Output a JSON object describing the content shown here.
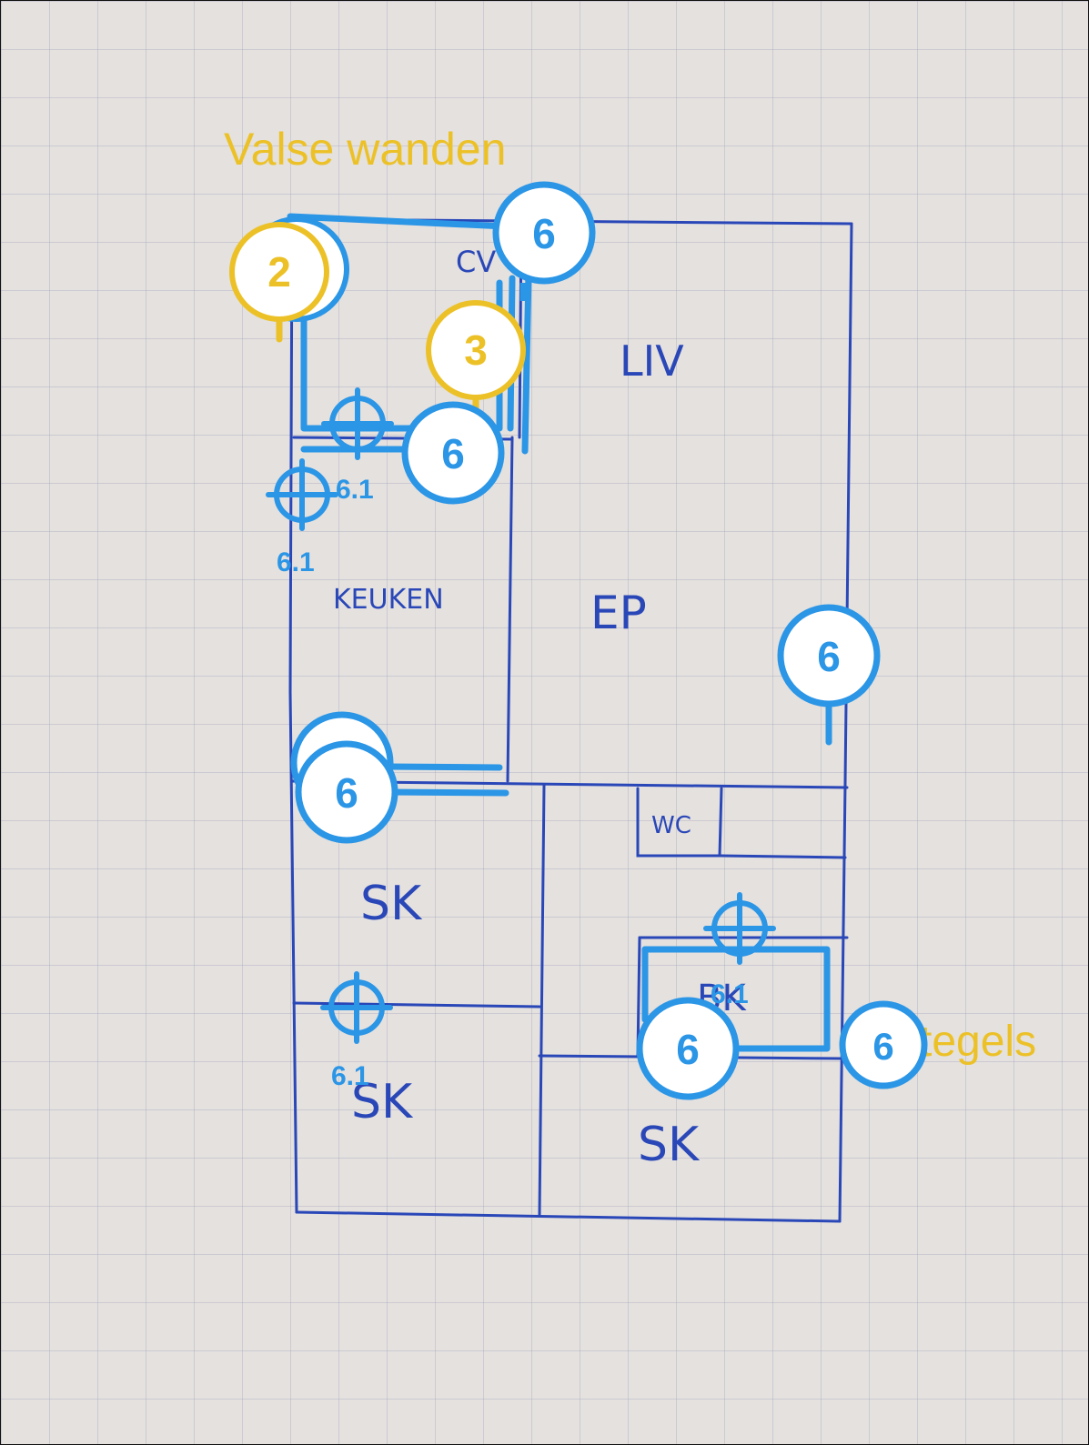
{
  "colors": {
    "paper": "#e4e1de",
    "ink": "#2a47b8",
    "markup_blue": "#2b95e6",
    "markup_yellow": "#ecc127",
    "pin_fill": "#ffffff"
  },
  "annotations": {
    "valse_wanden": "Valse wanden",
    "tegels": "tegels"
  },
  "rooms": {
    "cv": "CV",
    "liv": "LIV",
    "keuken": "KEUKEN",
    "ep": "EP",
    "wc": "WC",
    "sk_1": "SK",
    "sk_2": "SK",
    "sk_3": "SK",
    "bath": "BK"
  },
  "pins": {
    "p2": "2",
    "p3": "3",
    "p6_top": "6",
    "p6_mid": "6",
    "p6_right": "6",
    "p6_left": "6",
    "p6_bath_left": "6",
    "p6_bath_right": "6"
  },
  "targets": {
    "t1": "6.1",
    "t2": "6.1",
    "t3": "6.1",
    "t4": "6.1"
  }
}
